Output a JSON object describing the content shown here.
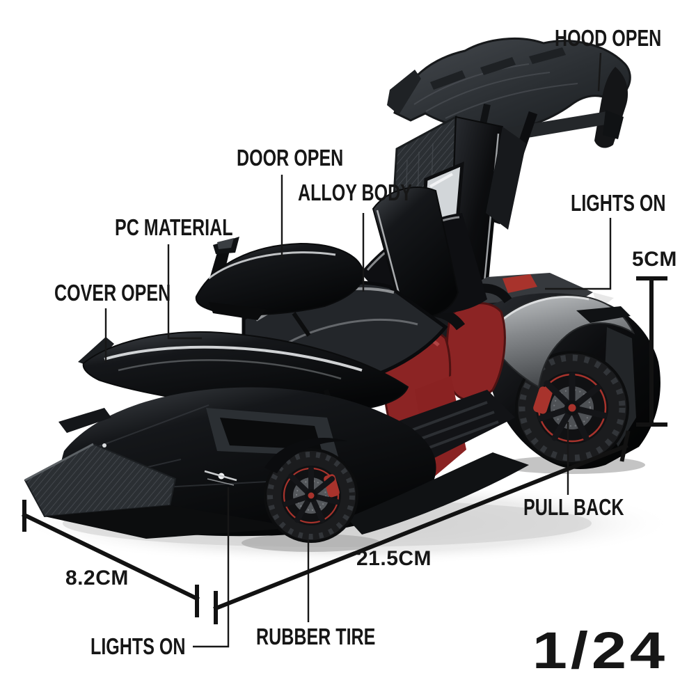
{
  "theme": {
    "background": "#ffffff",
    "annotation": "#161616",
    "accent_red": "#a8332c",
    "body_black": "#0c0d0f",
    "carbon_gray": "#2f3337",
    "fender_gray": "#94979a"
  },
  "product": {
    "subject": "black die-cast model supercar with open doors, open hood and rear wing",
    "scale_label": "1/24"
  },
  "callouts": {
    "hood_open": "HOOD OPEN",
    "door_open": "DOOR OPEN",
    "alloy_body": "ALLOY BODY",
    "pc_material": "PC MATERIAL",
    "cover_open": "COVER OPEN",
    "lights_on_rear": "LIGHTS ON",
    "pull_back": "PULL BACK",
    "rubber_tire": "RUBBER TIRE",
    "lights_on_front": "LIGHTS ON"
  },
  "dimensions": {
    "height": "5CM",
    "length": "21.5CM",
    "width": "8.2CM"
  }
}
